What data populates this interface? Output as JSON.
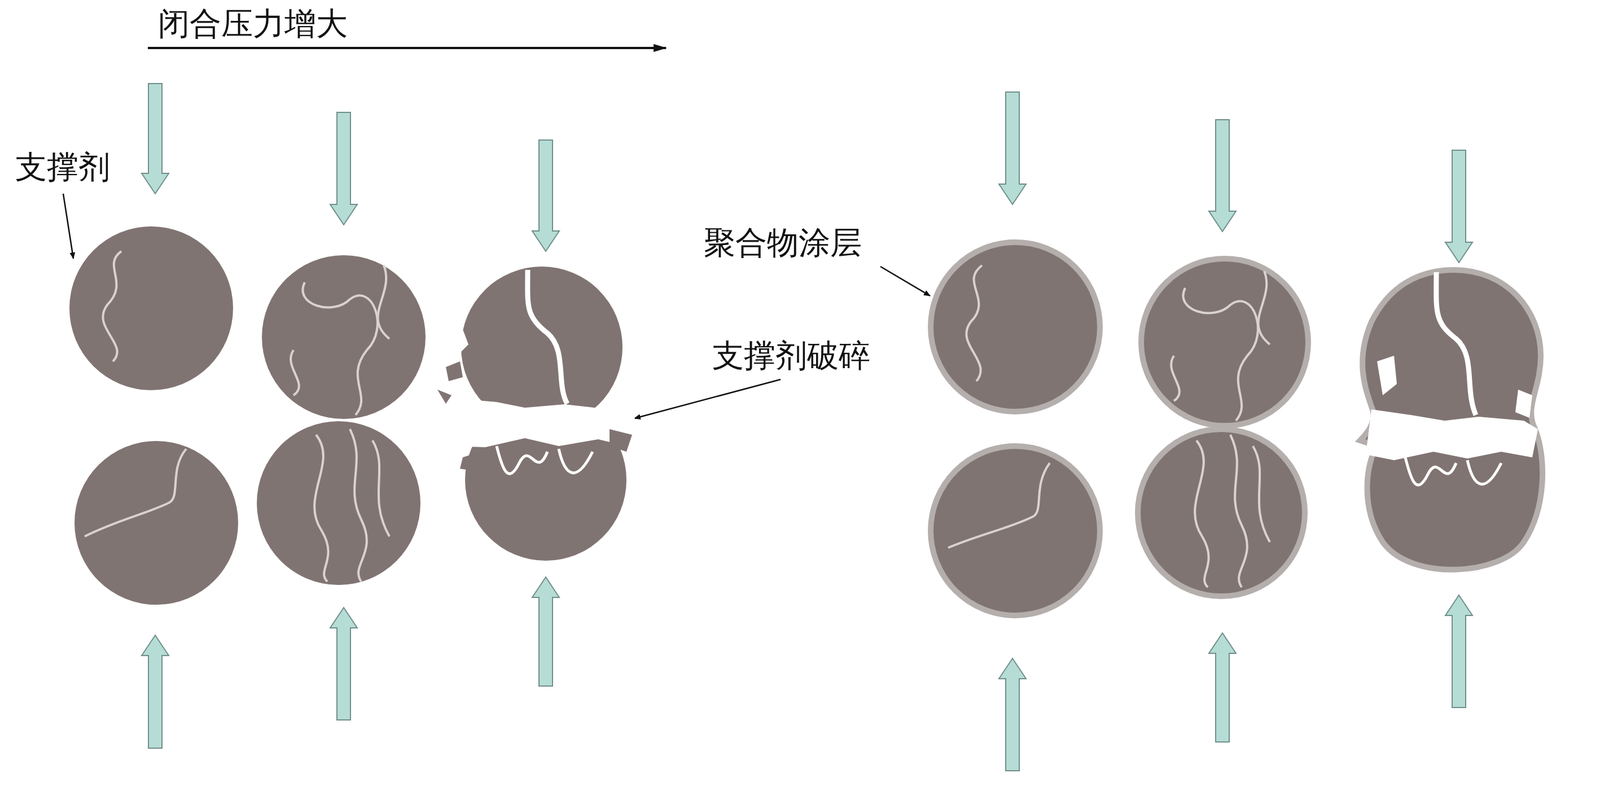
{
  "diagram": {
    "labels": [
      "闭合压力增大",
      "支撑剂",
      "聚合物涂层",
      "支撑剂破碎"
    ]
  }
}
